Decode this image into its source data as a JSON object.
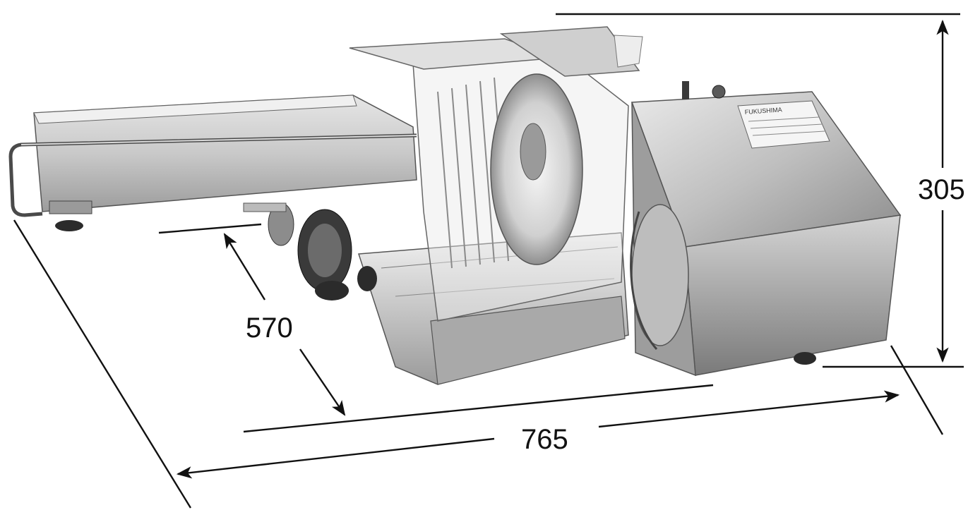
{
  "dimensions": {
    "height": {
      "label": "305"
    },
    "depth": {
      "label": "570"
    },
    "width": {
      "label": "765"
    }
  },
  "machine_label_plate": {
    "brand": "FUKUSHIMA",
    "colors": {
      "steel_light": "#eeeeee",
      "steel_mid": "#b5b5b5",
      "steel_dark": "#6f6f6f",
      "dark_parts": "#2b2b2b"
    }
  }
}
